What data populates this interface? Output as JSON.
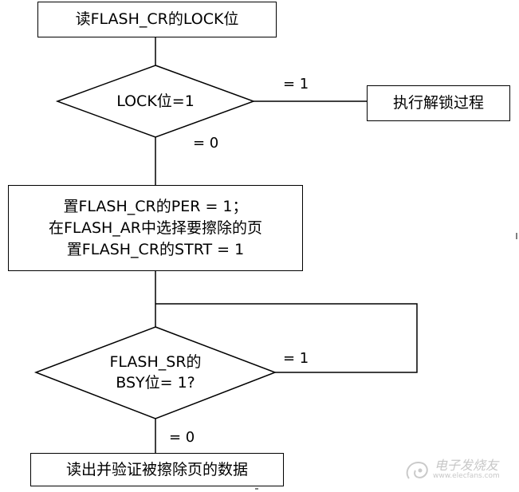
{
  "nodes": {
    "read_lock": "读FLASH_CR的LOCK位",
    "lock_decision": "LOCK位=1",
    "unlock_process": "执行解锁过程",
    "setup_lines": [
      "置FLASH_CR的PER = 1；",
      "在FLASH_AR中选择要擦除的页",
      "置FLASH_CR的STRT = 1"
    ],
    "bsy_decision_lines": [
      "FLASH_SR的",
      "BSY位= 1?"
    ],
    "read_verify": "读出并验证被擦除页的数据"
  },
  "edge_labels": {
    "lock_yes": "= 1",
    "lock_no": "= 0",
    "bsy_yes": "= 1",
    "bsy_no": "= 0"
  },
  "watermark": {
    "title": "电子发烧友",
    "url": "www.elecfans.com"
  }
}
